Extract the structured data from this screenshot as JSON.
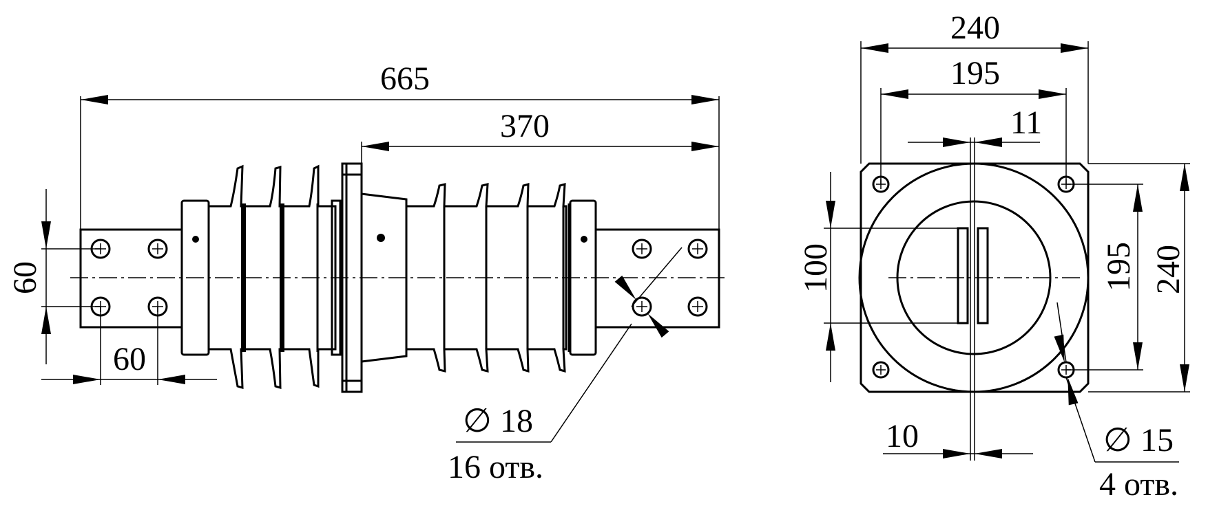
{
  "side_view": {
    "dim_length_total": "665",
    "dim_length_right": "370",
    "dim_hole_spacing_vertical": "60",
    "dim_hole_spacing_horizontal": "60",
    "hole_diameter_symbol": "∅",
    "hole_diameter": "18",
    "hole_count": "16 отв."
  },
  "end_view": {
    "dim_flange_width": "240",
    "dim_hole_spacing_width": "195",
    "dim_slot_gap_top": "11",
    "dim_slot_length": "100",
    "dim_hole_spacing_height": "195",
    "dim_flange_height": "240",
    "dim_slot_gap_bottom": "10",
    "hole_diameter_symbol": "∅",
    "hole_diameter": "15",
    "hole_count": "4 отв."
  }
}
